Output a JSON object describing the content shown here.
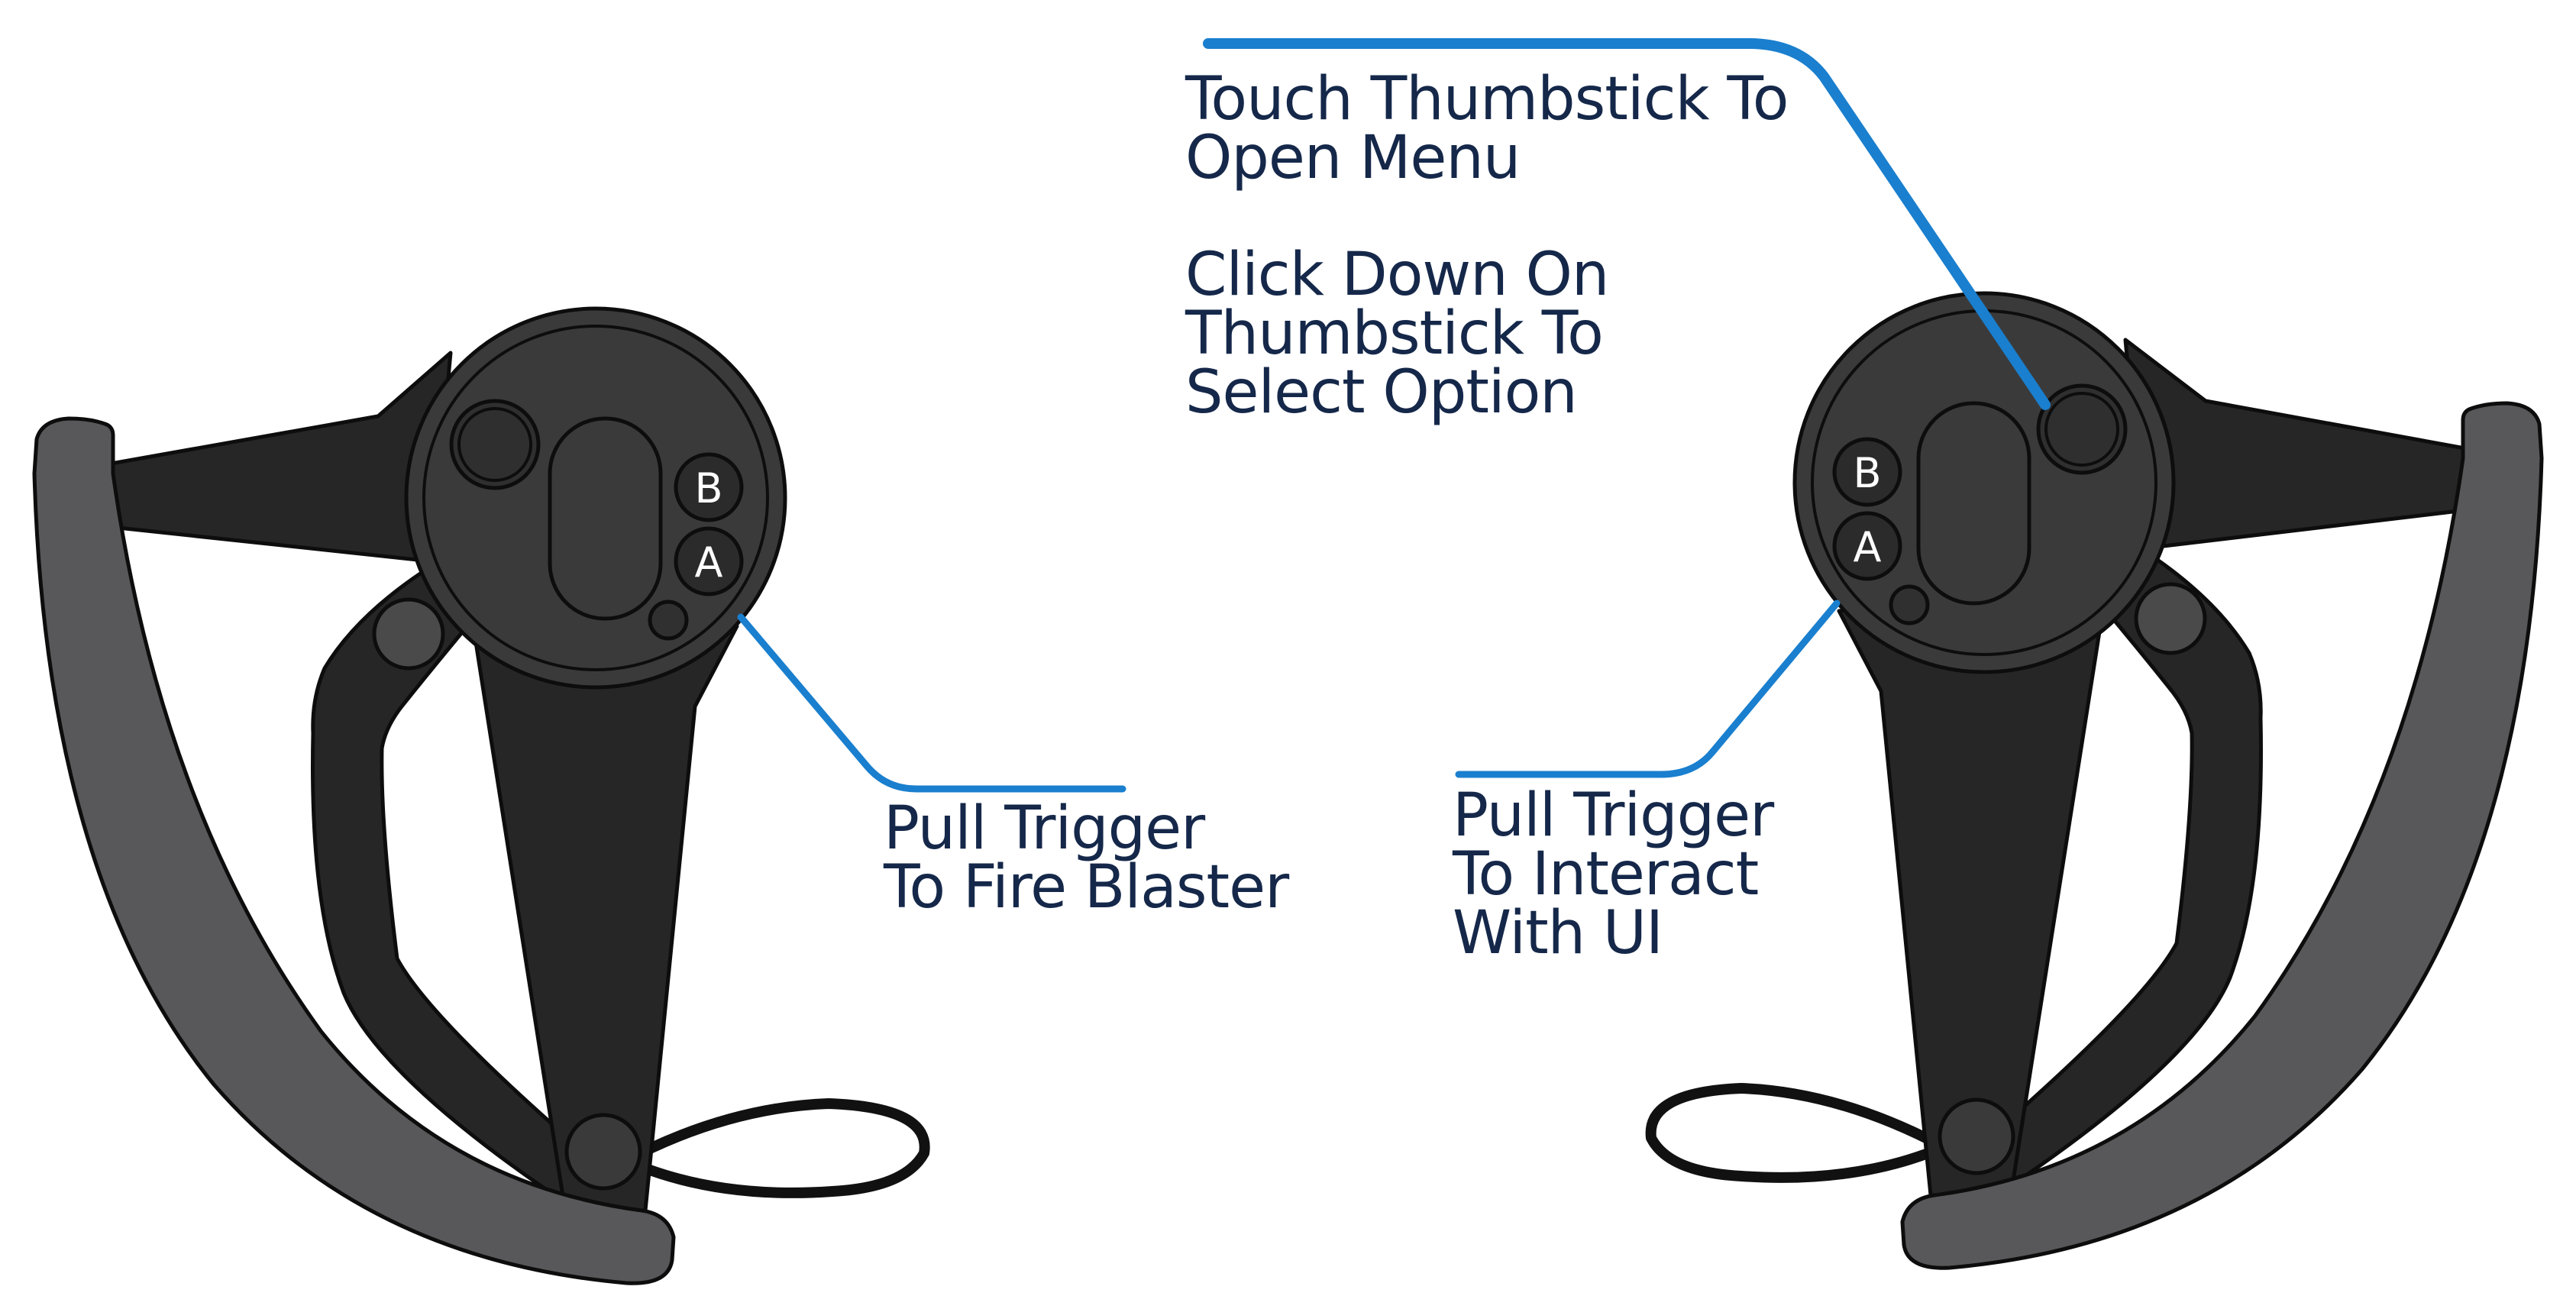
{
  "colors": {
    "background": "#ffffff",
    "callout_line": "#1a7fce",
    "label_text": "#15284a",
    "controller_body": "#262626",
    "controller_face": "#3a3a3b",
    "handle_band": "#58585a",
    "button_face": "#2b2b2c",
    "button_letter": "#ffffff",
    "outline": "#0d0d0d"
  },
  "controllers": {
    "left": {
      "button_b": "B",
      "button_a": "A"
    },
    "right": {
      "button_b": "B",
      "button_a": "A"
    }
  },
  "annotations": {
    "thumbstick_touch": [
      "Touch Thumbstick To",
      "Open Menu"
    ],
    "thumbstick_click": [
      "Click Down On",
      "Thumbstick To",
      "Select Option"
    ],
    "left_trigger": [
      "Pull Trigger",
      "To Fire Blaster"
    ],
    "right_trigger": [
      "Pull Trigger",
      "To Interact",
      "With UI"
    ]
  }
}
